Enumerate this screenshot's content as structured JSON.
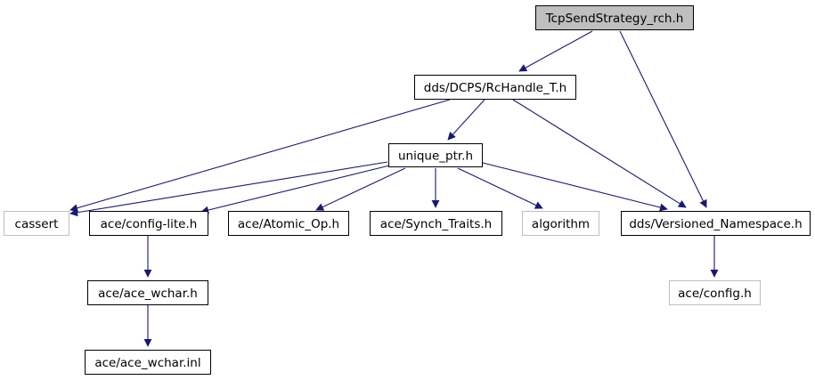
{
  "diagram": {
    "type": "include-dependency-graph",
    "colors": {
      "edge": "#191970",
      "root_fill": "#bfbfbf",
      "node_border": "#000000",
      "external_border": "#bfbfbf",
      "text": "#000000"
    },
    "nodes": [
      {
        "id": "root",
        "label": "TcpSendStrategy_rch.h",
        "kind": "root"
      },
      {
        "id": "rchandle",
        "label": "dds/DCPS/RcHandle_T.h",
        "kind": "local"
      },
      {
        "id": "unique_ptr",
        "label": "unique_ptr.h",
        "kind": "local"
      },
      {
        "id": "cassert",
        "label": "cassert",
        "kind": "external"
      },
      {
        "id": "config_lite",
        "label": "ace/config-lite.h",
        "kind": "local"
      },
      {
        "id": "atomic_op",
        "label": "ace/Atomic_Op.h",
        "kind": "local"
      },
      {
        "id": "synch_traits",
        "label": "ace/Synch_Traits.h",
        "kind": "local"
      },
      {
        "id": "algorithm",
        "label": "algorithm",
        "kind": "external"
      },
      {
        "id": "versioned_ns",
        "label": "dds/Versioned_Namespace.h",
        "kind": "local"
      },
      {
        "id": "ace_wchar",
        "label": "ace/ace_wchar.h",
        "kind": "local"
      },
      {
        "id": "ace_config",
        "label": "ace/config.h",
        "kind": "external"
      },
      {
        "id": "ace_wchar_inl",
        "label": "ace/ace_wchar.inl",
        "kind": "local"
      }
    ],
    "edges": [
      {
        "from": "root",
        "to": "rchandle"
      },
      {
        "from": "root",
        "to": "versioned_ns"
      },
      {
        "from": "rchandle",
        "to": "cassert"
      },
      {
        "from": "rchandle",
        "to": "unique_ptr"
      },
      {
        "from": "rchandle",
        "to": "versioned_ns"
      },
      {
        "from": "unique_ptr",
        "to": "cassert"
      },
      {
        "from": "unique_ptr",
        "to": "config_lite"
      },
      {
        "from": "unique_ptr",
        "to": "atomic_op"
      },
      {
        "from": "unique_ptr",
        "to": "synch_traits"
      },
      {
        "from": "unique_ptr",
        "to": "algorithm"
      },
      {
        "from": "unique_ptr",
        "to": "versioned_ns"
      },
      {
        "from": "config_lite",
        "to": "ace_wchar"
      },
      {
        "from": "ace_wchar",
        "to": "ace_wchar_inl"
      },
      {
        "from": "versioned_ns",
        "to": "ace_config"
      }
    ]
  }
}
